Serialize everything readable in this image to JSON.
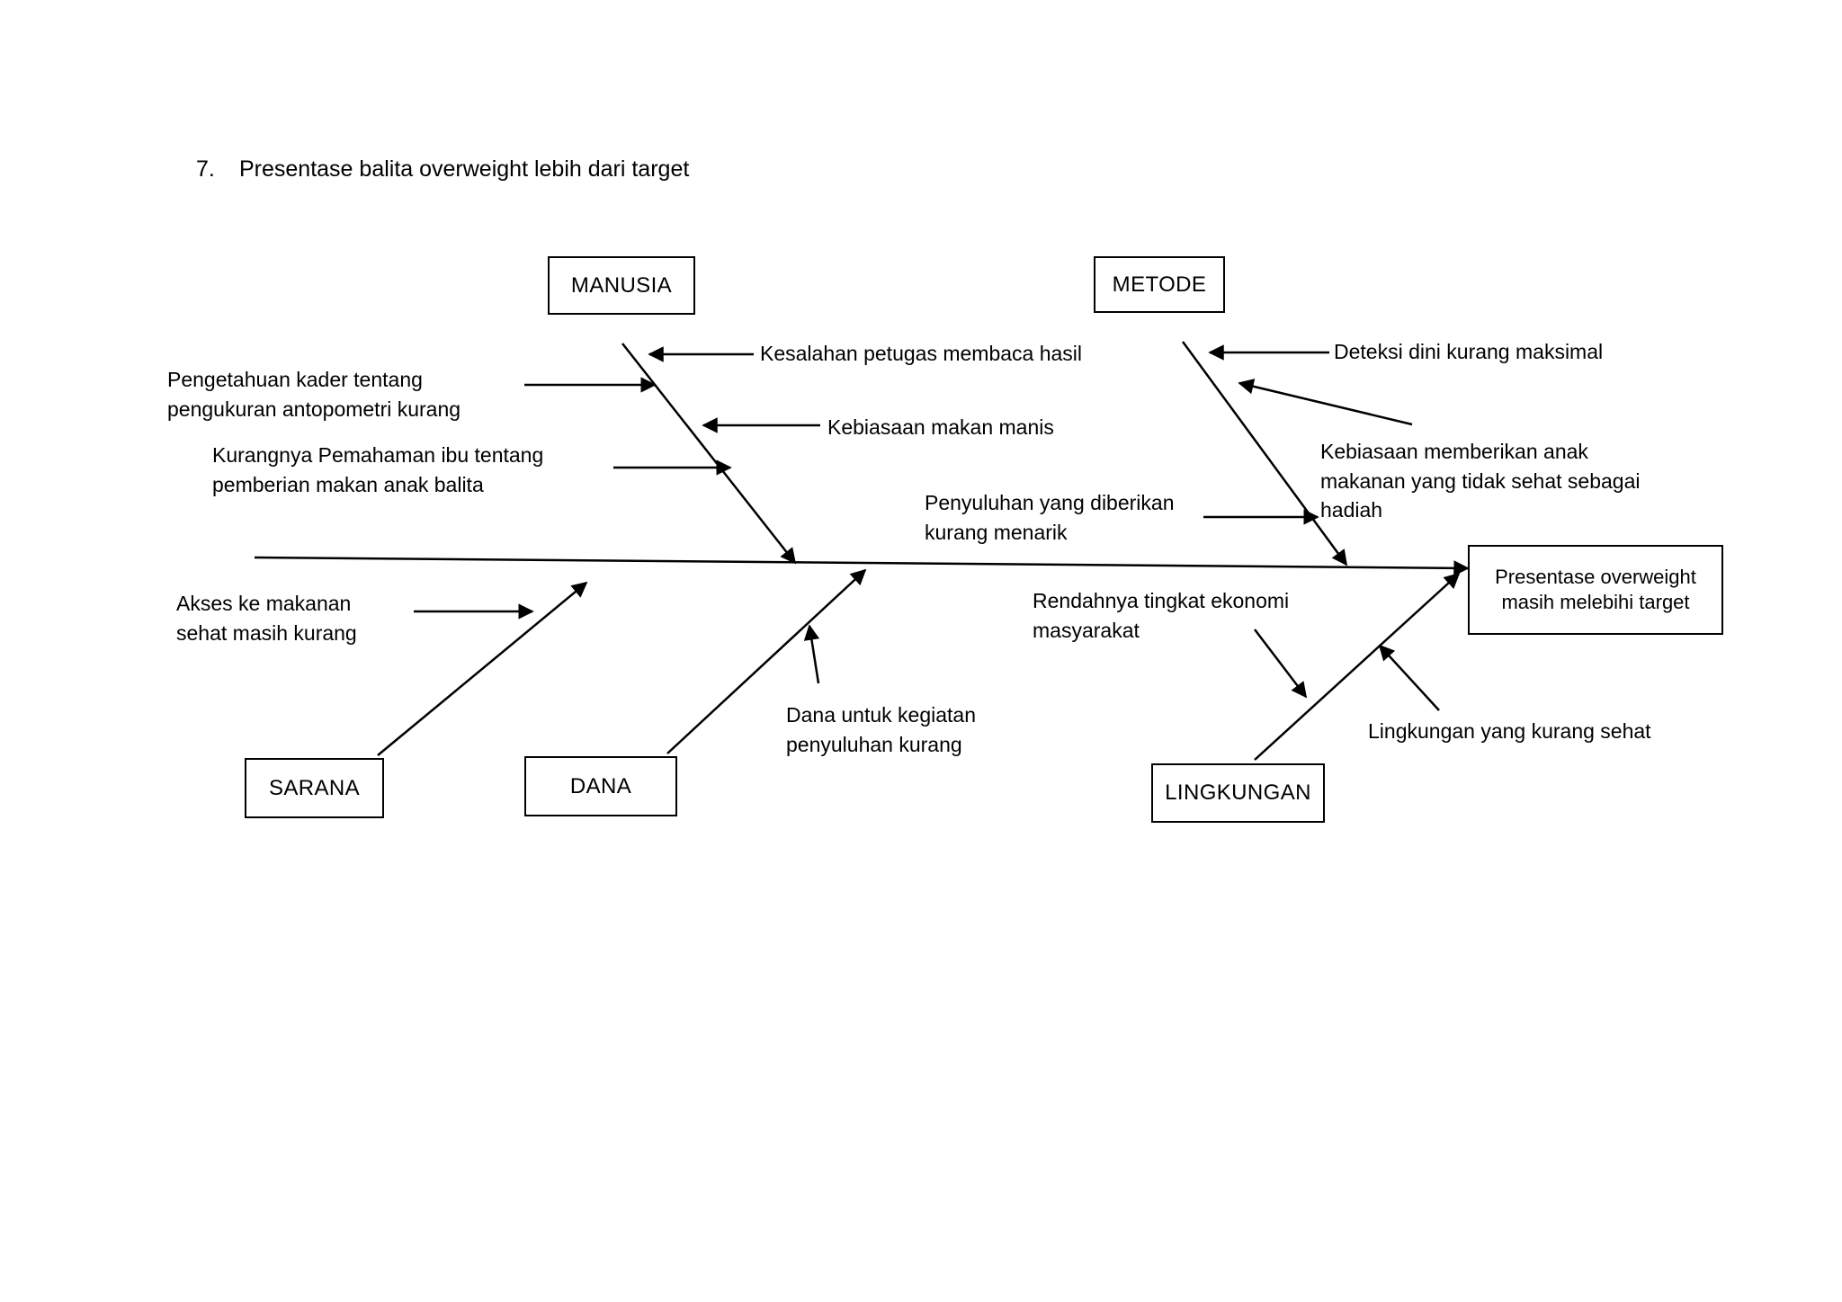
{
  "document": {
    "title_number": "7.",
    "title_text": "Presentase balita overweight lebih dari target"
  },
  "diagram": {
    "type": "fishbone-ishikawa",
    "effect": {
      "label": "Presentase overweight masih melebihi target"
    },
    "categories": [
      {
        "id": "manusia",
        "label": "MANUSIA",
        "position": "top-left"
      },
      {
        "id": "metode",
        "label": "METODE",
        "position": "top-right"
      },
      {
        "id": "sarana",
        "label": "SARANA",
        "position": "bottom-left"
      },
      {
        "id": "dana",
        "label": "DANA",
        "position": "bottom-center-left"
      },
      {
        "id": "lingkungan",
        "label": "LINGKUNGAN",
        "position": "bottom-right"
      }
    ],
    "causes": [
      {
        "id": "pengetahuan-kader",
        "category": "manusia",
        "text": "Pengetahuan kader tentang\npengukuran antopometri kurang"
      },
      {
        "id": "kurangnya-pemahaman-ibu",
        "category": "manusia",
        "text": "Kurangnya Pemahaman ibu tentang\npemberian makan anak balita"
      },
      {
        "id": "kesalahan-petugas",
        "category": "manusia",
        "text": "Kesalahan petugas membaca hasil"
      },
      {
        "id": "kebiasaan-makan-manis",
        "category": "manusia",
        "text": "Kebiasaan makan manis"
      },
      {
        "id": "deteksi-dini",
        "category": "metode",
        "text": "Deteksi dini kurang maksimal"
      },
      {
        "id": "kebiasaan-hadiah",
        "category": "metode",
        "text": "Kebiasaan memberikan anak\nmakanan yang tidak sehat sebagai\nhadiah"
      },
      {
        "id": "penyuluhan-kurang-menarik",
        "category": "metode",
        "text": "Penyuluhan yang diberikan\nkurang menarik"
      },
      {
        "id": "akses-makanan-sehat",
        "category": "sarana",
        "text": "Akses ke makanan\nsehat masih kurang"
      },
      {
        "id": "dana-penyuluhan",
        "category": "dana",
        "text": "Dana untuk kegiatan\npenyuluhan kurang"
      },
      {
        "id": "rendahnya-ekonomi",
        "category": "lingkungan",
        "text": "Rendahnya tingkat ekonomi\nmasyarakat"
      },
      {
        "id": "lingkungan-kurang-sehat",
        "category": "lingkungan",
        "text": "Lingkungan yang kurang sehat"
      }
    ],
    "colors": {
      "line": "#000000",
      "background": "#ffffff",
      "text": "#000000"
    }
  }
}
